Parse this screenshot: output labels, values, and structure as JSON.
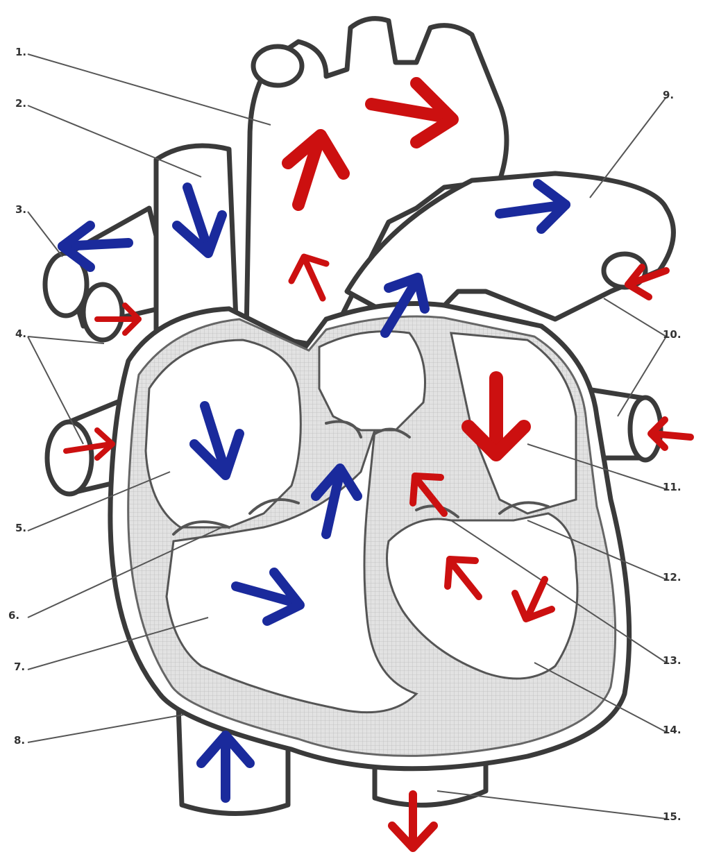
{
  "diagram": {
    "labels": [
      "1.",
      "2.",
      "3.",
      "4.",
      "5.",
      "6.",
      "7.",
      "8.",
      "9.",
      "10.",
      "11.",
      "12.",
      "13.",
      "14.",
      "15."
    ]
  },
  "colors": {
    "outline": "#3a3a3a",
    "wall_fill": "#d9d9d9",
    "chamber_fill": "#ffffff",
    "deoxygenated_arrow": "#1a2a9c",
    "oxygenated_arrow": "#cc1010",
    "leader_line": "#555555"
  }
}
